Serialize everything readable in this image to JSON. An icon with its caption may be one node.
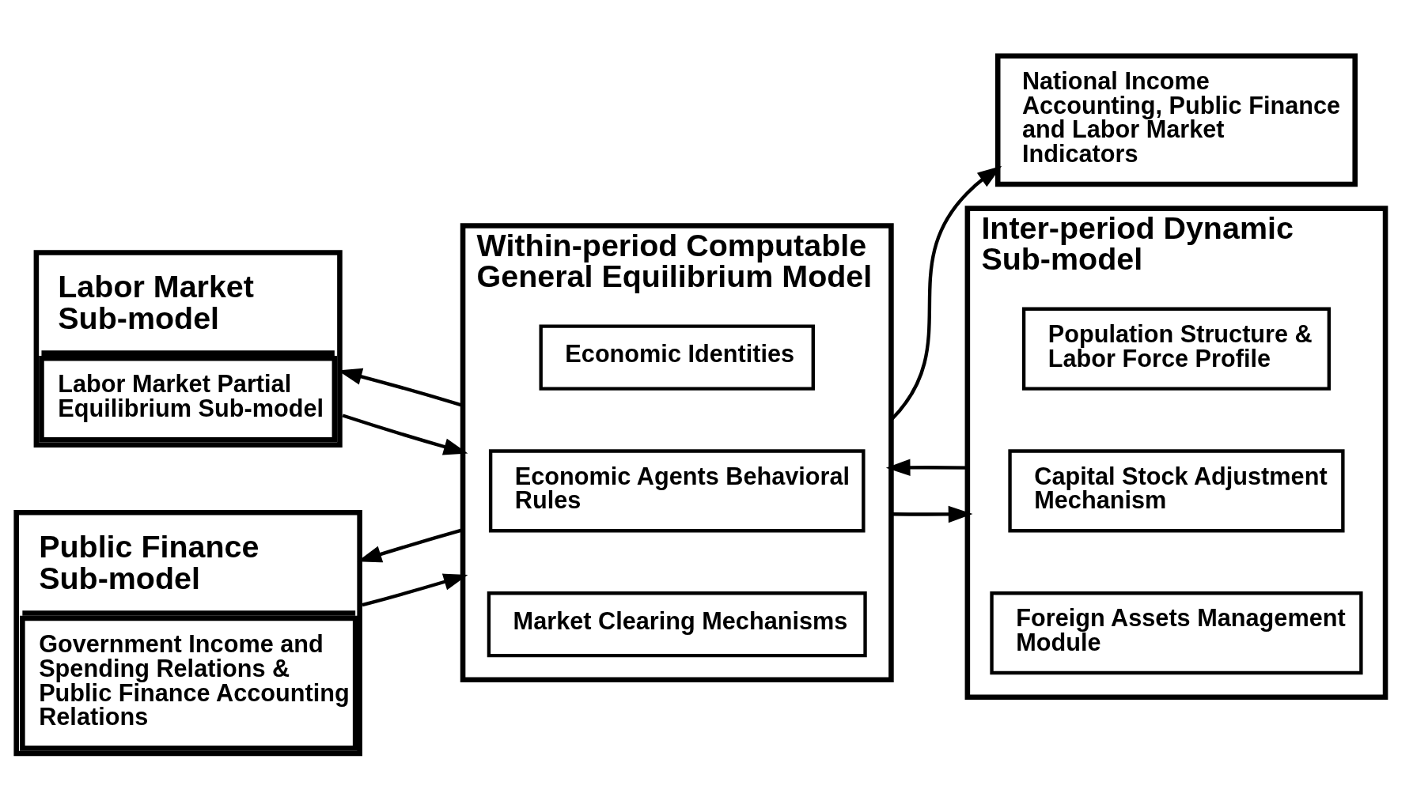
{
  "diagram": {
    "nodes": [
      {
        "text": [
          "National Income Accounting, Public Finance and Labor Market Indicators"
        ]
      },
      {
        "text": [
          "Labor Market Sub-model",
          "Labor Market Partial Equilibrium Sub-model"
        ]
      },
      {
        "text": [
          "Within-period Computable General Equilibrium Model"
        ]
      },
      {
        "text": [
          "Economic Identities"
        ],
        "in": 2
      },
      {
        "text": [
          "Economic Agents Behavioral Rules"
        ],
        "in": 2
      },
      {
        "text": [
          "Market Clearing Mechanisms"
        ],
        "in": 2
      },
      {
        "text": [
          "Inter-period Dynamic Sub-model"
        ]
      },
      {
        "text": [
          "Population Structure & Labor Force Profile"
        ],
        "in": 6
      },
      {
        "text": [
          "Capital Stock Adjustment Mechanism"
        ],
        "in": 6
      },
      {
        "text": [
          "Foreign Assets Management Module"
        ],
        "in": 6
      },
      {
        "text": [
          "Public Finance Sub-model",
          "Government Income and Spending Relations & Public Finance Accounting Relations"
        ]
      }
    ],
    "edges": [
      {
        "from": 2,
        "to": 0,
        "arrow": "to"
      },
      {
        "from": 1,
        "to": 2,
        "arrow": "to"
      },
      {
        "from": 2,
        "to": 1,
        "arrow": "to"
      },
      {
        "from": 10,
        "to": 2,
        "arrow": "to"
      },
      {
        "from": 2,
        "to": 10,
        "arrow": "to"
      },
      {
        "from": 2,
        "to": 6,
        "arrow": "to"
      },
      {
        "from": 6,
        "to": 2,
        "arrow": "to"
      }
    ]
  }
}
